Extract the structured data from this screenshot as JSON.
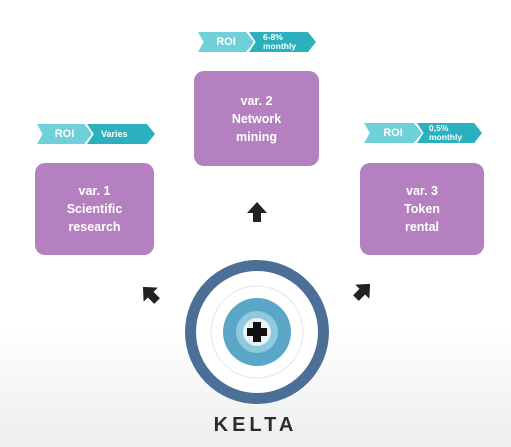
{
  "left": {
    "roi_label": "ROI",
    "roi_value": "Varies",
    "card_lines": [
      "var. 1",
      "Scientific",
      "research"
    ]
  },
  "center": {
    "roi_label": "ROI",
    "roi_value_lines": [
      "6-8%",
      "monthly"
    ],
    "card_lines": [
      "var. 2",
      "Network",
      "mining"
    ]
  },
  "right": {
    "roi_label": "ROI",
    "roi_value_lines": [
      "0,5%",
      "monthly"
    ],
    "card_lines": [
      "var. 3",
      "Token",
      "rental"
    ]
  },
  "logo": {
    "text": "KELTA",
    "icon": "plus-icon"
  },
  "colors": {
    "card": "#b580c0",
    "roi_label": "#6fd0d9",
    "roi_value": "#2bb1bd",
    "ring_outer": "#4b6f96",
    "ring_inner": "#5aa6c6",
    "arrow": "#222222"
  }
}
